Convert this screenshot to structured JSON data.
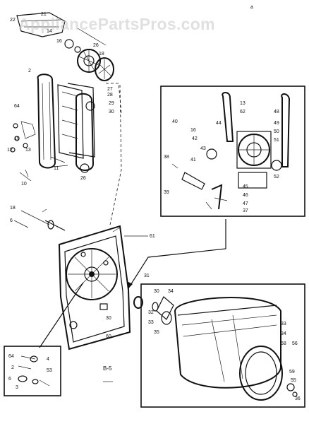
{
  "watermark": "AppliancePartsPros.com",
  "figure_caption": "B-5",
  "top_mark": "a",
  "part_labels": {
    "p21": "21",
    "p22": "22",
    "p14": "14",
    "p16": "16",
    "p18": "18",
    "p26": "26",
    "p2": "2",
    "p28": "28",
    "p29": "29",
    "p30": "30",
    "p27": "27",
    "p64": "64",
    "p19": "19",
    "p12": "12",
    "p13": "13",
    "p26b": "26",
    "p10": "10",
    "p11": "11",
    "p6": "6",
    "p61": "61",
    "p31": "31",
    "p30b": "30",
    "p60": "60",
    "p40": "40",
    "p16b": "16",
    "p42": "42",
    "p44": "44",
    "p43": "43",
    "p38": "38",
    "p41": "41",
    "p39": "39",
    "p37": "37",
    "p45": "45",
    "p46": "46",
    "p47": "47",
    "p13b": "13",
    "p62": "62",
    "p48": "48",
    "p49": "49",
    "p50": "50",
    "p51": "51",
    "p52": "52",
    "p30c": "30",
    "p34": "34",
    "p32": "32",
    "p33": "33",
    "p35": "35",
    "p33b": "33",
    "p34b": "34",
    "p58": "58",
    "p56": "56",
    "p59": "59",
    "p55": "55",
    "p36": "36",
    "i64": "64",
    "i2": "2",
    "i4": "4",
    "i53": "53",
    "i6": "6",
    "i3": "3"
  }
}
